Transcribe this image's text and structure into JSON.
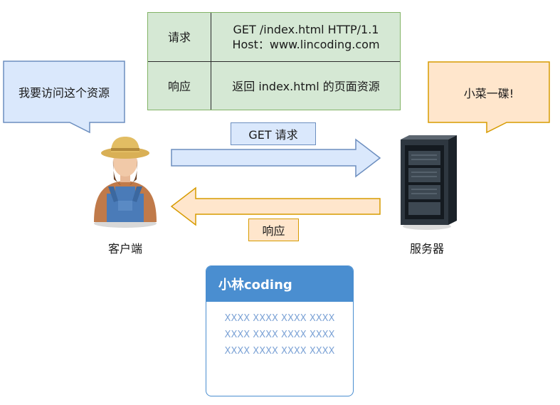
{
  "table": {
    "request_label": "请求",
    "request_line1": "GET /index.html HTTP/1.1",
    "request_line2": "Host：www.lincoding.com",
    "response_label": "响应",
    "response_value": "返回 index.html 的页面资源"
  },
  "client": {
    "bubble": "我要访问这个资源",
    "caption": "客户端"
  },
  "server": {
    "bubble": "小菜一碟!",
    "caption": "服务器"
  },
  "arrows": {
    "request_label": "GET 请求",
    "response_label": "响应"
  },
  "card": {
    "title": "小林coding",
    "lines": [
      "XXXX XXXX XXXX XXXX",
      "XXXX XXXX XXXX XXXX",
      "XXXX XXXX XXXX XXXX"
    ]
  },
  "colors": {
    "request_fill": "#dae8fc",
    "request_stroke": "#6c8ebf",
    "response_fill": "#ffe6cc",
    "response_stroke": "#d79b00",
    "table_fill": "#d5e8d4",
    "card_accent": "#4a8ed0"
  }
}
